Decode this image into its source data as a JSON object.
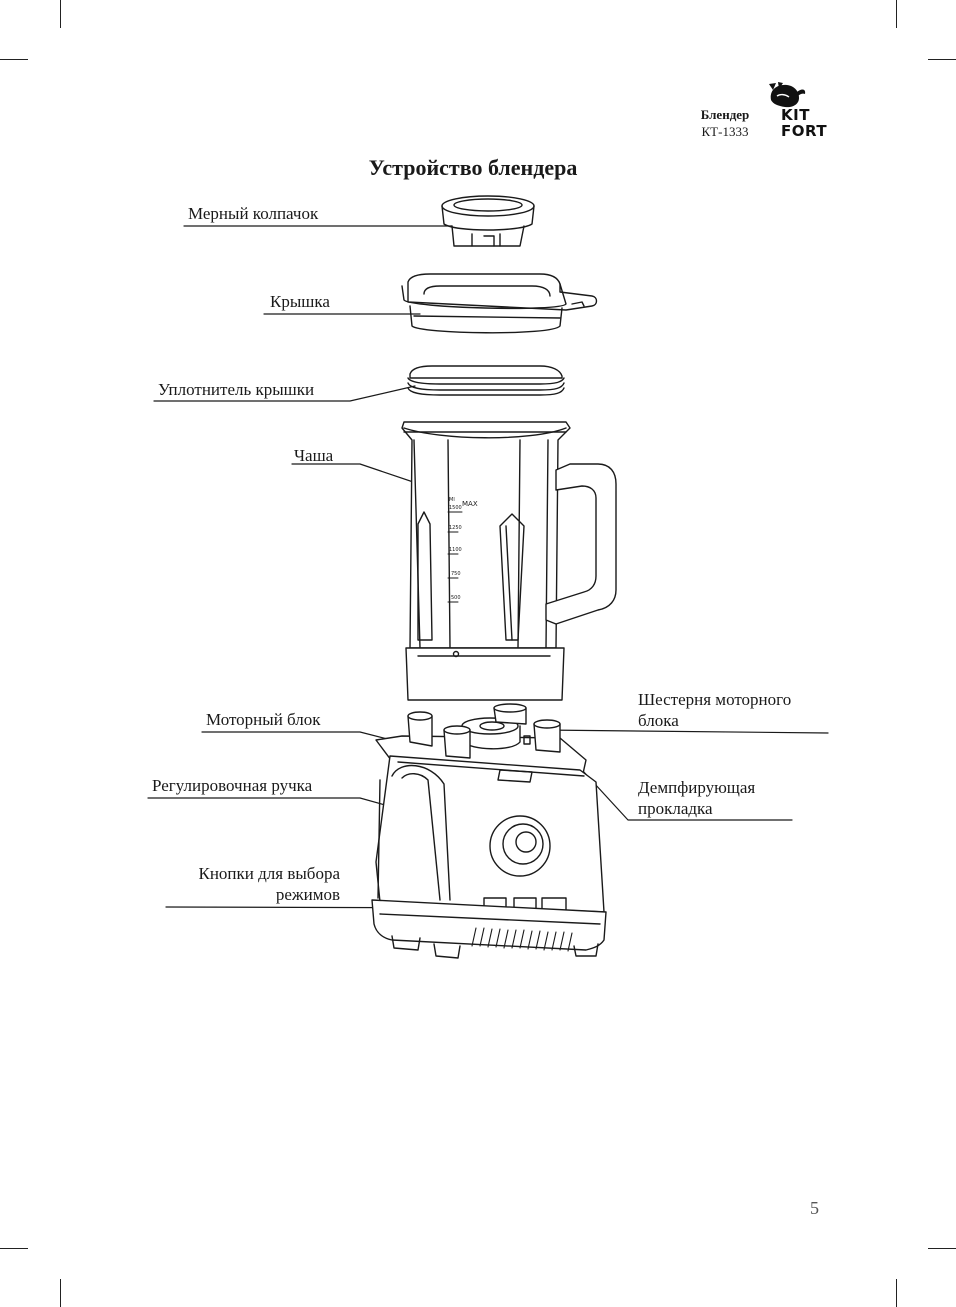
{
  "header": {
    "product_name": "Блендер",
    "model": "КТ-1333",
    "logo_line1": "KIT",
    "logo_line2": "FORT"
  },
  "title": "Устройство блендера",
  "labels": {
    "measuring_cap": "Мерный колпачок",
    "lid": "Крышка",
    "lid_seal": "Уплотнитель крышки",
    "bowl": "Чаша",
    "motor_unit": "Моторный блок",
    "control_knob": "Регулировочная ручка",
    "mode_buttons_1": "Кнопки для выбора",
    "mode_buttons_2": "режимов",
    "motor_gear_1": "Шестерня моторного",
    "motor_gear_2": "блока",
    "damping_pad_1": "Демпфирующая",
    "damping_pad_2": "прокладка"
  },
  "bowl_scale": {
    "unit": "Ml",
    "max": "MAX",
    "marks": [
      "1500",
      "1250",
      "1100",
      "750",
      "500"
    ]
  },
  "page_number": "5"
}
